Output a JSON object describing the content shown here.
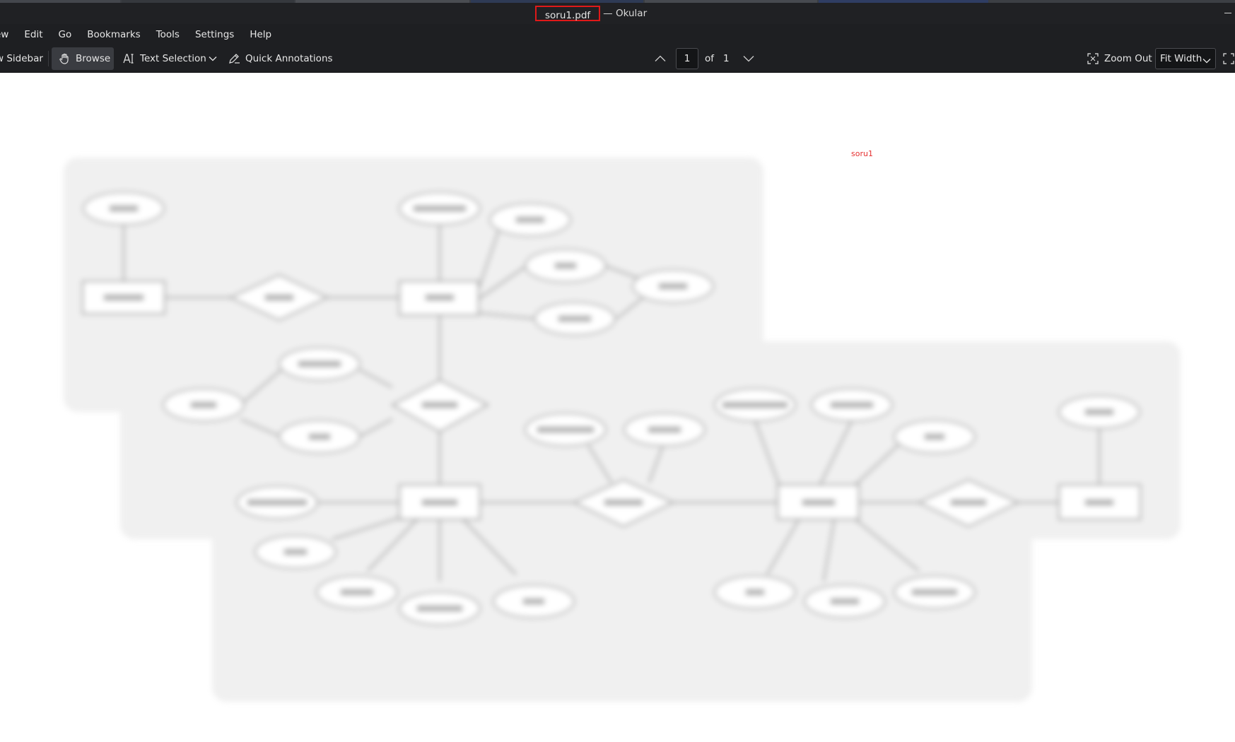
{
  "window": {
    "file_name": "soru1.pdf",
    "app_suffix": "— Okular"
  },
  "menu": {
    "items": [
      "ew",
      "Edit",
      "Go",
      "Bookmarks",
      "Tools",
      "Settings",
      "Help"
    ]
  },
  "toolbar": {
    "sidebar_label": "w Sidebar",
    "browse_label": "Browse",
    "text_selection_label": "Text Selection",
    "quick_annotations_label": "Quick Annotations",
    "page_current": "1",
    "page_of": "of",
    "page_total": "1",
    "zoom_out_label": "Zoom Out",
    "zoom_mode": "Fit Width"
  },
  "document": {
    "watermark": "soru1"
  },
  "colors": {
    "titlebar_bg": "#202124",
    "toolbar_bg": "#1e1f22",
    "highlight_box": "#e01919",
    "watermark": "#e53030"
  },
  "icons": {
    "browse": "hand-icon",
    "text_selection": "text-cursor-icon",
    "quick_annotations": "pen-icon",
    "prev_page": "chevron-up-icon",
    "next_page": "chevron-down-icon",
    "zoom_out": "zoom-out-icon",
    "fullscreen": "fullscreen-icon"
  }
}
